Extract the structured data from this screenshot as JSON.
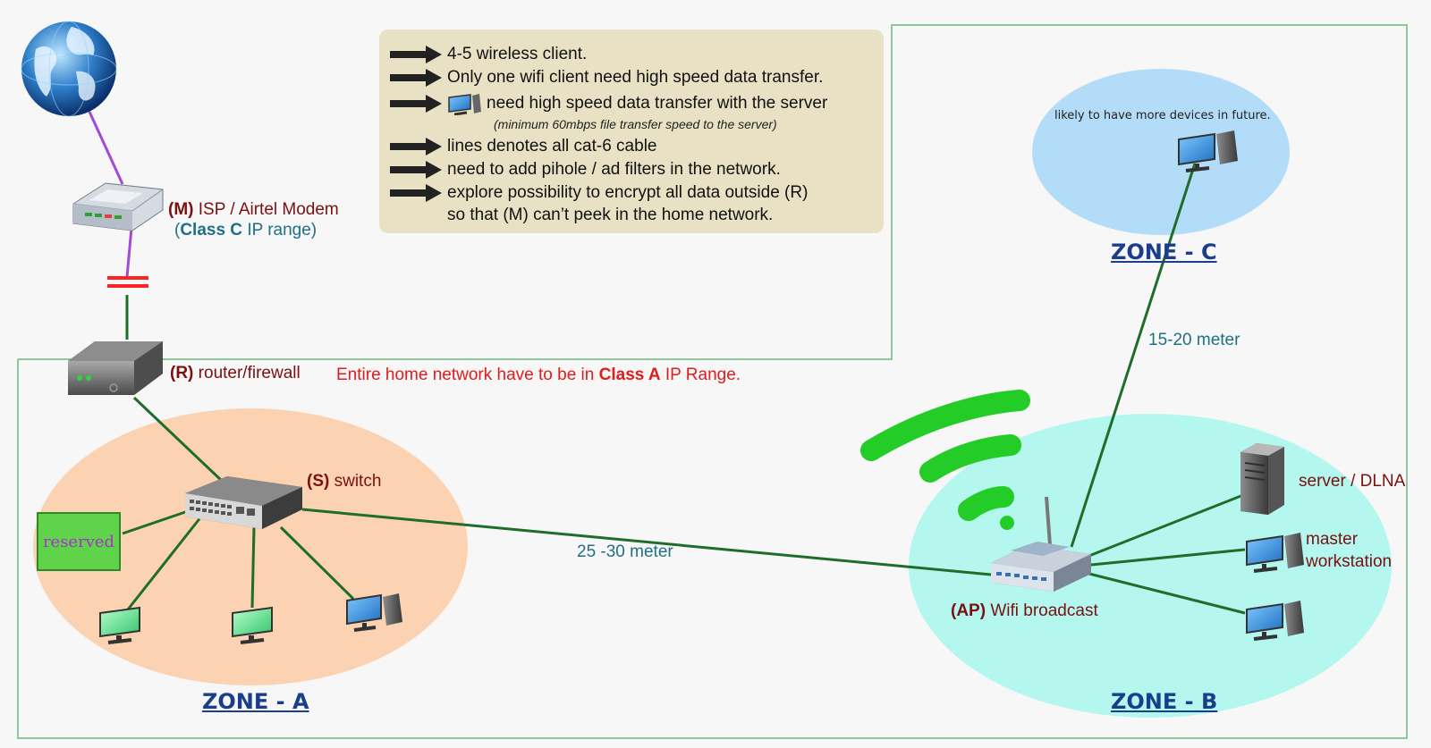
{
  "notes": {
    "items": [
      "4-5 wireless client.",
      "Only one wifi client need high speed data transfer.",
      "need high speed data transfer with the server",
      "lines denotes all cat-6 cable",
      "need to add pihole / ad filters in the network.",
      "explore possibility to encrypt all data outside (R)"
    ],
    "sub_note": "(minimum 60mbps file transfer speed to the server)",
    "continuation": "so that (M) can’t peek in the home network."
  },
  "modem": {
    "tag": "(M)",
    "label": "ISP / Airtel Modem",
    "ip_open": "(",
    "ip_class": "Class C",
    "ip_rest": "IP range)"
  },
  "router": {
    "tag": "(R)",
    "label": "router/firewall"
  },
  "home_network": {
    "text_pre": "Entire home network have to be in",
    "class": "Class A",
    "text_post": "IP Range."
  },
  "switch": {
    "tag": "(S)",
    "label": "switch"
  },
  "reserved_label": "reserved",
  "cable_switch_ap": "25 -30 meter",
  "cable_ap_zone_c": "15-20 meter",
  "access_point": {
    "tag": "(AP)",
    "label": "Wifi broadcast"
  },
  "zone_c_note": "likely to have more devices in future.",
  "server_label": "server / DLNA",
  "master_label_1": "master",
  "master_label_2": "workstation",
  "zones": {
    "a": "ZONE - A",
    "b": "ZONE - B",
    "c": "ZONE - C"
  },
  "colors": {
    "cable": "#1f6d2a",
    "internet_link": "#a24bd0",
    "break_mark": "#ff2222",
    "zone_a_fill": "#fcd3b2",
    "zone_b_fill": "#b4f7ef",
    "zone_c_fill": "#b3dcf8",
    "boundary": "#8fc79a",
    "wifi": "#23cc26"
  }
}
